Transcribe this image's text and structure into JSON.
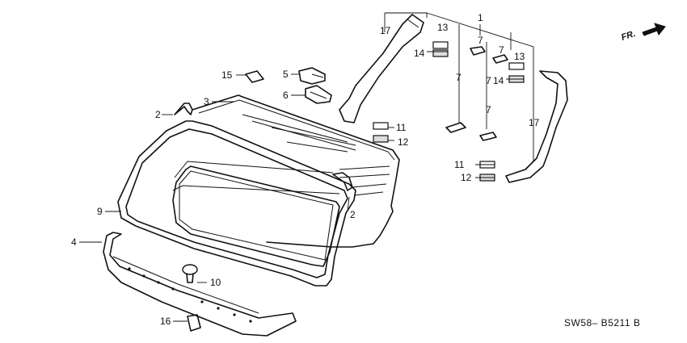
{
  "diagram": {
    "code": "SW58– B5211 B",
    "direction": "FR.",
    "callouts": {
      "c1": "1",
      "c2a": "2",
      "c2b": "2",
      "c3": "3",
      "c4": "4",
      "c5": "5",
      "c6": "6",
      "c7a": "7",
      "c7b": "7",
      "c7c": "7",
      "c7d": "7",
      "c7e": "7",
      "c9": "9",
      "c10": "10",
      "c11a": "11",
      "c11b": "11",
      "c12a": "12",
      "c12b": "12",
      "c13a": "13",
      "c13b": "13",
      "c14a": "14",
      "c14b": "14",
      "c15": "15",
      "c16": "16",
      "c17a": "17",
      "c17b": "17"
    }
  }
}
